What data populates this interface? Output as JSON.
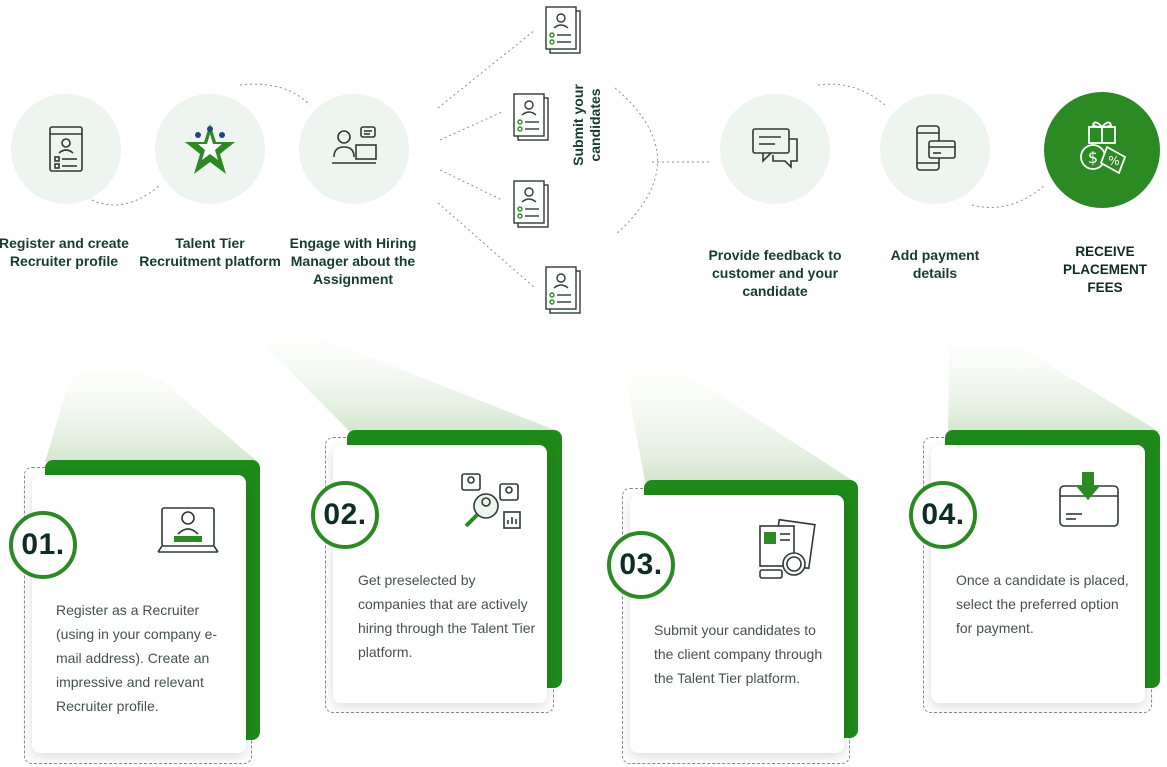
{
  "steps": [
    {
      "id": "register",
      "label": "Register and create Recruiter profile"
    },
    {
      "id": "talent-tier",
      "label": "Talent Tier Recruitment platform"
    },
    {
      "id": "engage",
      "label": "Engage with Hiring Manager  about the Assignment"
    },
    {
      "id": "feedback",
      "label": "Provide feedback to customer and your candidate"
    },
    {
      "id": "payment",
      "label": "Add payment details"
    },
    {
      "id": "receive",
      "label": "RECEIVE PLACEMENT FEES"
    }
  ],
  "submit_label": {
    "line1": "Submit your",
    "line2": "candidates"
  },
  "cards": [
    {
      "number": "01.",
      "text": "Register as a Recruiter (using in your company e-mail address). Create an impressive and relevant Recruiter profile."
    },
    {
      "number": "02.",
      "text": "Get preselected by companies that are actively hiring through the Talent Tier platform."
    },
    {
      "number": "03.",
      "text": "Submit your candidates to the client company through the Talent Tier platform."
    },
    {
      "number": "04.",
      "text": "Once a candidate is placed, select the preferred option for payment."
    }
  ],
  "colors": {
    "accent": "#2b8a24",
    "card_green": "#1e8a1a",
    "circle_bg": "#eef4ef",
    "text_dark": "#163b30"
  }
}
